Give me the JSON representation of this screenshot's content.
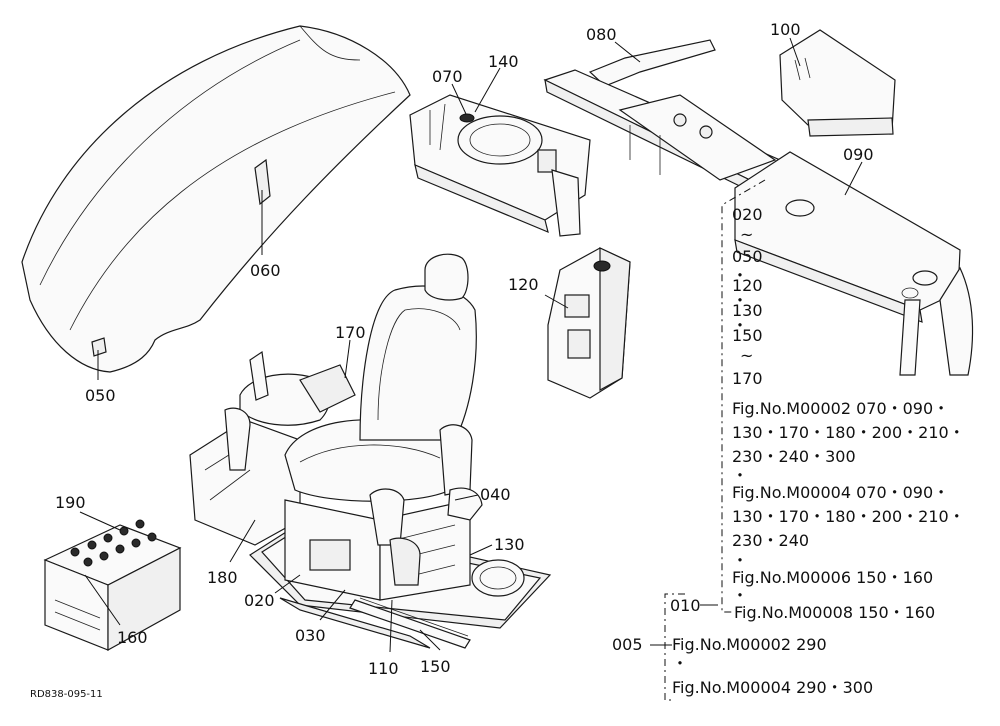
{
  "callouts": {
    "c050": "050",
    "c060": "060",
    "c070": "070",
    "c140": "140",
    "c080": "080",
    "c100": "100",
    "c090": "090",
    "c120": "120",
    "c170": "170",
    "c040": "040",
    "c130": "130",
    "c190": "190",
    "c160": "160",
    "c180": "180",
    "c020": "020",
    "c030": "030",
    "c110": "110",
    "c150": "150"
  },
  "range_list": {
    "r020": "020",
    "r050": "050",
    "r120": "120",
    "r130": "130",
    "r150": "150",
    "r170": "170",
    "tilde": "~",
    "dot": "・"
  },
  "fig_refs": {
    "m02a_line1": "Fig.No.M00002  070・090・",
    "m02a_line2": "130・170・180・200・210・",
    "m02a_line3": "230・240・300",
    "m04a_line1": "Fig.No.M00004  070・090・",
    "m04a_line2": "130・170・180・200・210・",
    "m04a_line3": "230・240",
    "m06": "Fig.No.M00006  150・160",
    "m08": "Fig.No.M00008  150・160",
    "m02b": "Fig.No.M00002  290",
    "m04b": "Fig.No.M00004  290・300"
  },
  "group_labels": {
    "g010": "010",
    "g005": "005"
  },
  "drawing_code": "RD838-095-11"
}
